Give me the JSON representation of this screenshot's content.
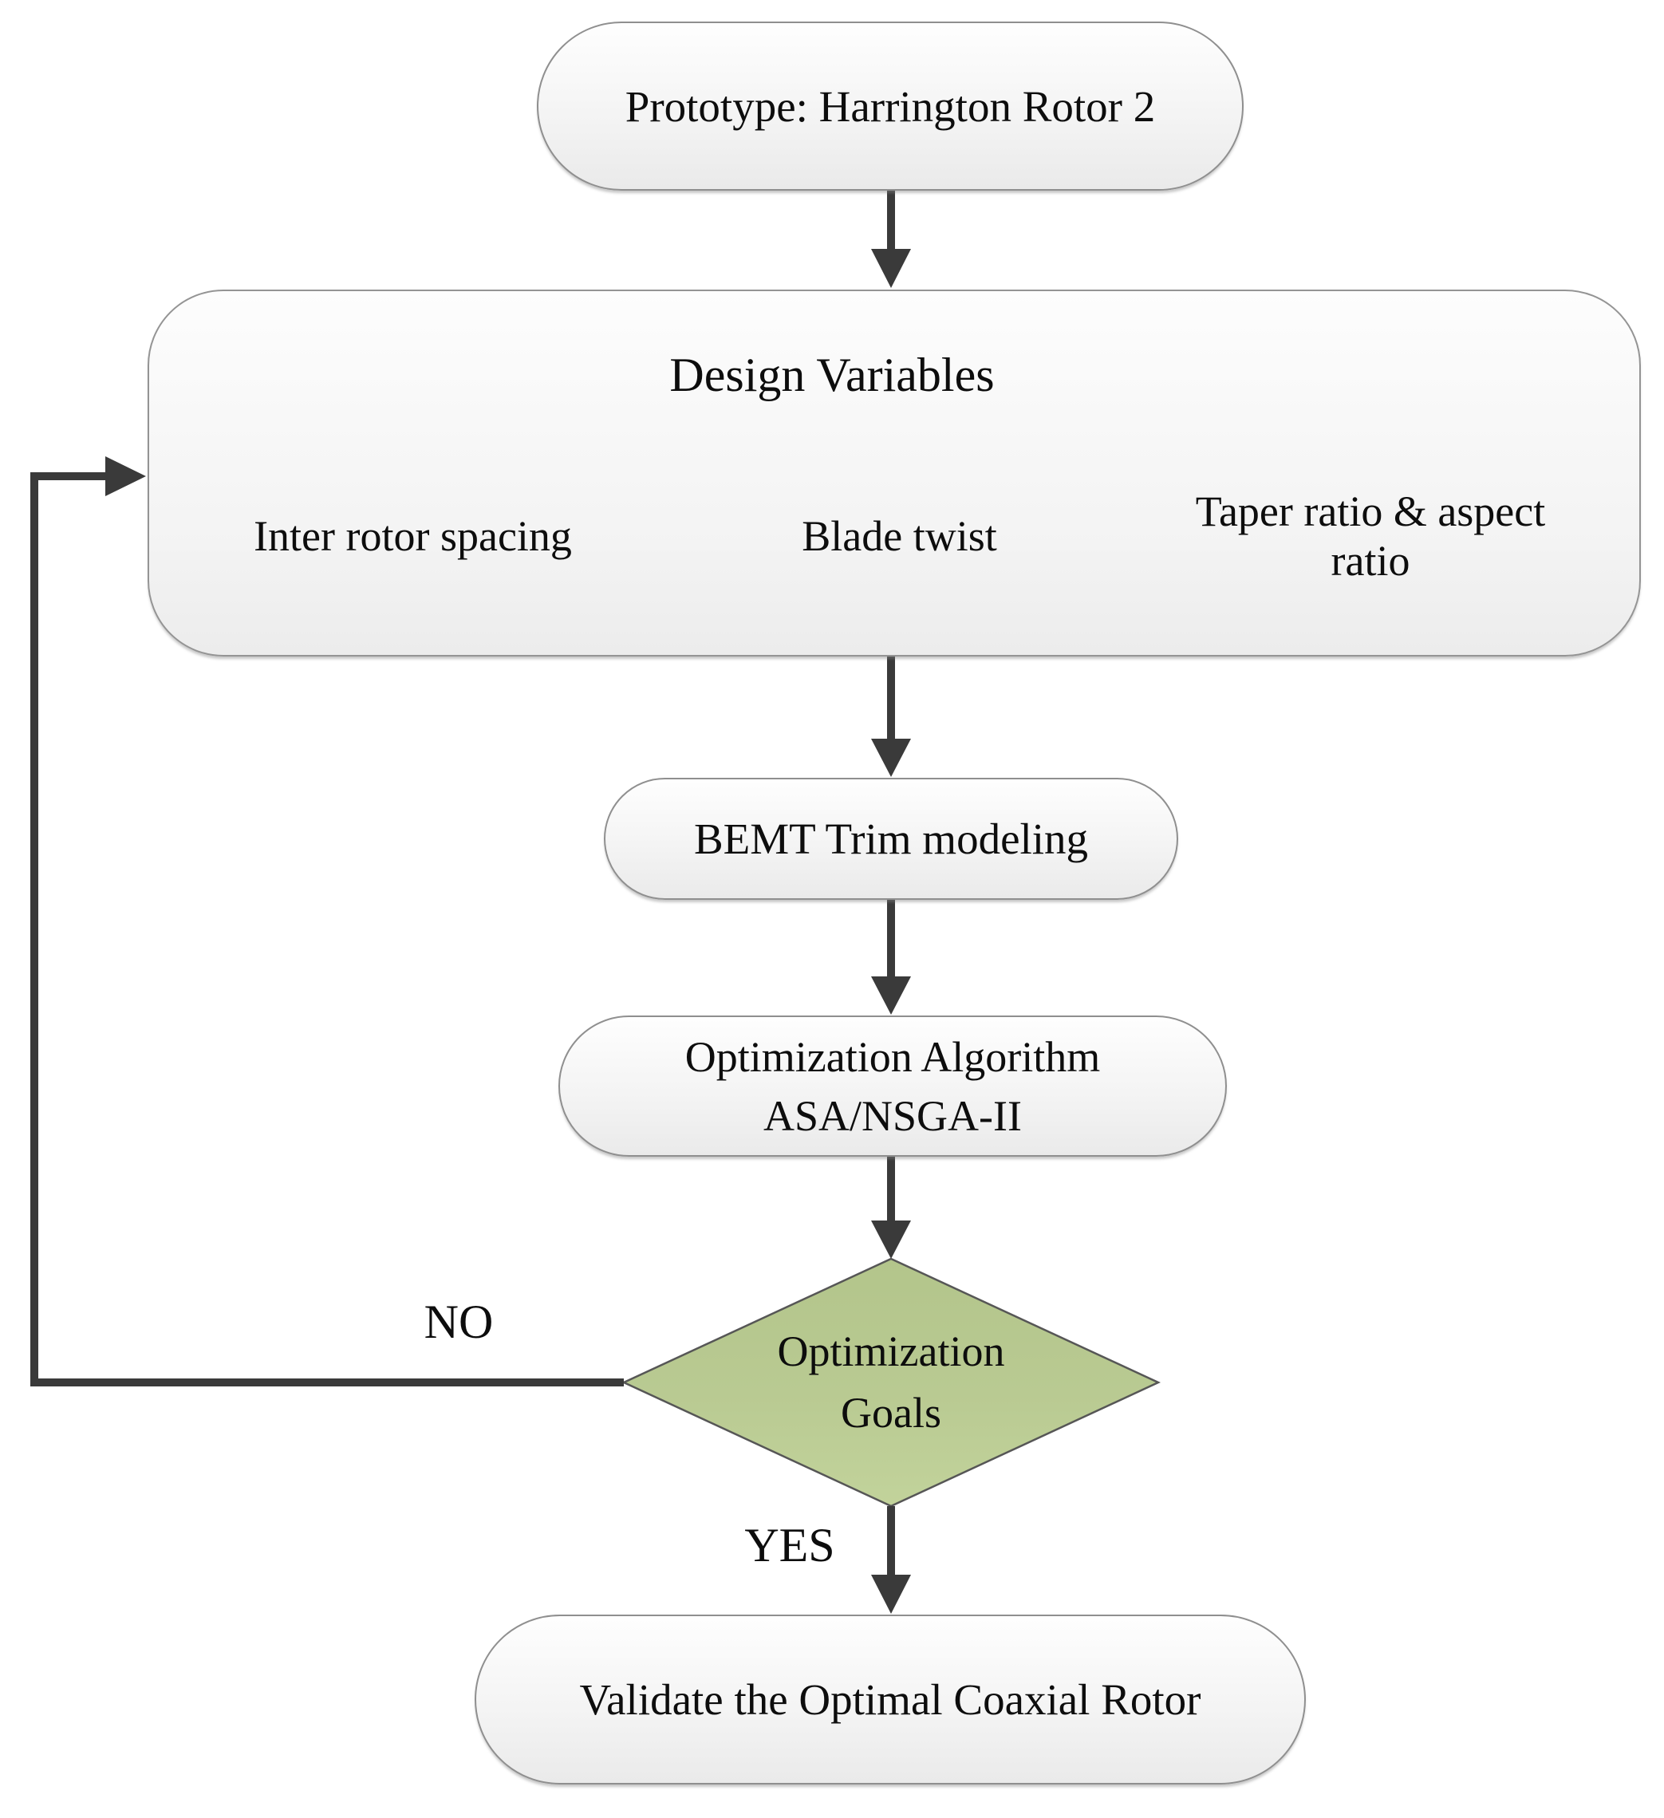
{
  "figure": {
    "type": "flowchart",
    "nodes": {
      "prototype": {
        "shape": "stadium",
        "label": "Prototype: Harrington Rotor 2"
      },
      "design_variables": {
        "shape": "rounded-group",
        "label": "Design Variables",
        "children": [
          {
            "label": "Inter rotor spacing"
          },
          {
            "label": "Blade twist"
          },
          {
            "label": "Taper ratio & aspect ratio"
          }
        ]
      },
      "bemt_trim": {
        "shape": "stadium",
        "label": "BEMT Trim modeling"
      },
      "optimization_algorithm": {
        "shape": "stadium",
        "label_line1": "Optimization Algorithm",
        "label_line2": "ASA/NSGA-II"
      },
      "optimization_goals": {
        "shape": "diamond",
        "label_line1": "Optimization",
        "label_line2": "Goals"
      },
      "validate": {
        "shape": "stadium",
        "label": "Validate the Optimal Coaxial Rotor"
      }
    },
    "edge_labels": {
      "no": "NO",
      "yes": "YES"
    },
    "colors": {
      "decision_fill_top": "#b3c58b",
      "decision_fill_bottom": "#c2d39b",
      "decision_stroke": "#565656",
      "node_fill_light": "#fefefe",
      "node_fill_dark": "#eaeaea",
      "node_stroke": "#8f8f8f",
      "dashed_stroke": "#7d7d7d",
      "connector": "#3a3a3a",
      "text": "#0d0d0d",
      "background": "#ffffff"
    }
  }
}
